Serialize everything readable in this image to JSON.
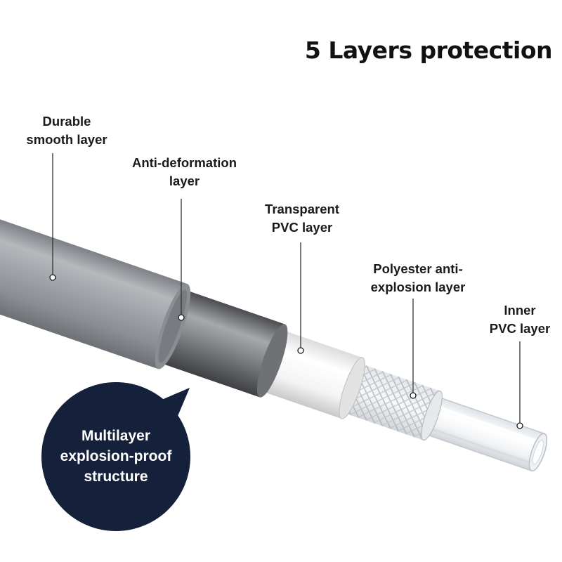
{
  "title": "5 Layers protection",
  "layers": [
    {
      "lines": [
        "Durable",
        "smooth layer"
      ]
    },
    {
      "lines": [
        "Anti-deformation",
        "layer"
      ]
    },
    {
      "lines": [
        "Transparent",
        "PVC layer"
      ]
    },
    {
      "lines": [
        "Polyester anti-",
        "explosion layer"
      ]
    },
    {
      "lines": [
        "Inner",
        "PVC layer"
      ]
    }
  ],
  "callout": {
    "lines": [
      "Multilayer",
      "explosion-proof",
      "structure"
    ]
  },
  "colors": {
    "bubble": "#15213a",
    "outer_layer": "#9ea1a6",
    "steel_layer": "#7a7d82",
    "white_layer": "#f2f2f2"
  }
}
